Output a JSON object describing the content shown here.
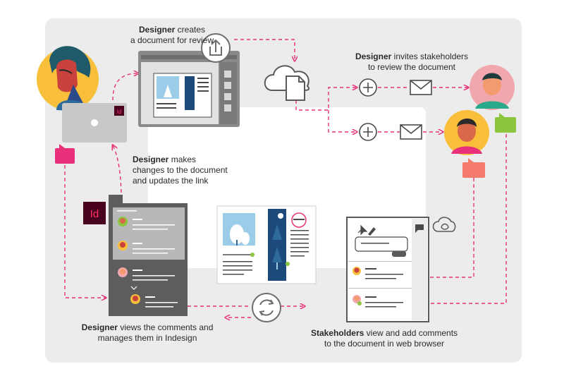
{
  "captions": {
    "create": {
      "actor": "Designer",
      "line1": "creates",
      "line2": "a document for review"
    },
    "invite": {
      "actor": "Designer",
      "line1": "invites stakeholders",
      "line2": "to review the document"
    },
    "changes": {
      "actor": "Designer",
      "line1": "makes",
      "line2": "changes to the document",
      "line3": "and updates the link"
    },
    "manage": {
      "actor": "Designer",
      "line1": "views the comments and",
      "line2": "manages them in Indesign"
    },
    "stakeholders": {
      "actor": "Stakeholders",
      "line1": "view and add comments",
      "line2": "to the document in web browser"
    }
  },
  "app_badges": {
    "laptop": "Id",
    "panel": "Id"
  },
  "icons": [
    "upload-icon",
    "cloud-icon",
    "document-icon",
    "plus-icon",
    "mail-icon",
    "sync-icon",
    "creative-cloud-icon",
    "pin-icon",
    "pencil-icon",
    "comment-icon"
  ],
  "colors": {
    "background_panel": "#ececec",
    "connector": "#e8317a",
    "indesign": "#49021f",
    "indesign_text": "#ff3366",
    "designer_bg": "#f9bf3b",
    "stakeholder1_bg": "#f2a6ad",
    "stakeholder2_bg": "#f9bf3b",
    "bubble_pink": "#e8317a",
    "bubble_green": "#8cc63f",
    "bubble_salmon": "#f47b6c",
    "dark_panel": "#5d5d5d"
  }
}
